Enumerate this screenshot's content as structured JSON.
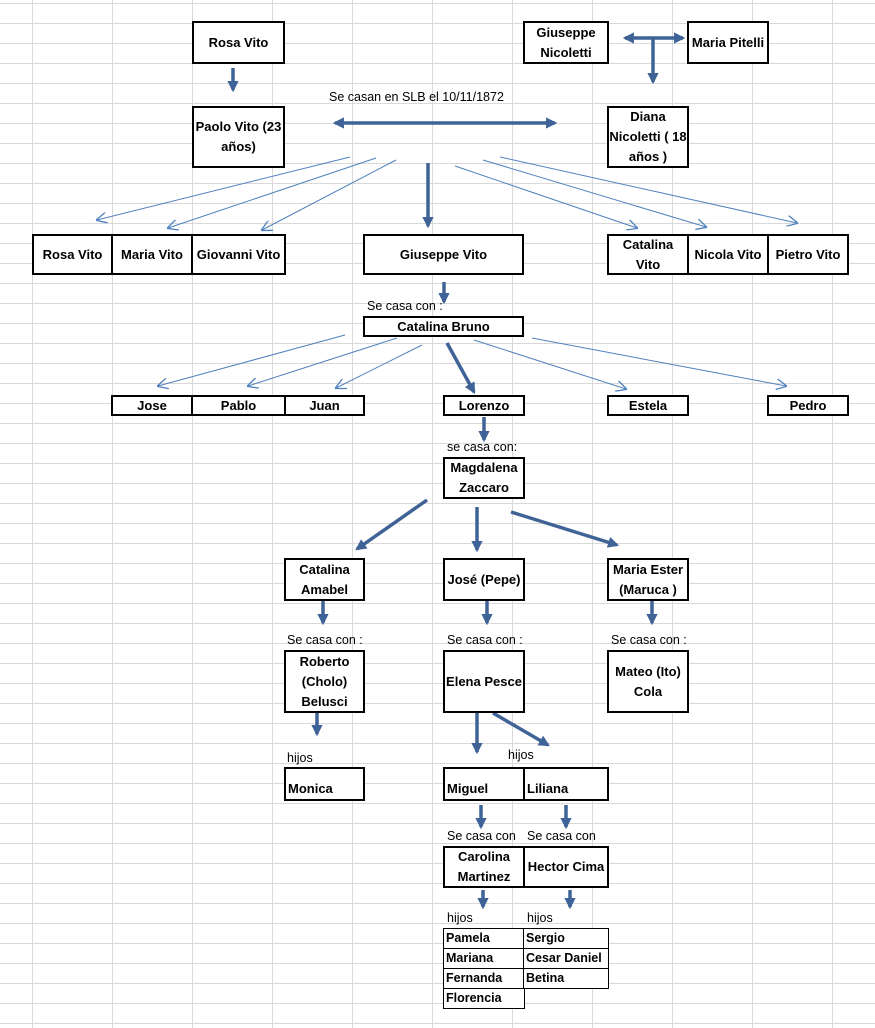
{
  "people": {
    "rosa_vito": "Rosa Vito",
    "giuseppe_nicoletti": "Giuseppe Nicoletti",
    "maria_pitelli": "Maria Pitelli",
    "paolo_vito": "Paolo Vito (23 años)",
    "diana_nicoletti": "Diana Nicoletti ( 18 años )",
    "rosa_vito_child": "Rosa Vito",
    "maria_vito": "Maria Vito",
    "giovanni_vito": "Giovanni Vito",
    "giuseppe_vito": "Giuseppe Vito",
    "catalina_vito": "Catalina Vito",
    "nicola_vito": "Nicola Vito",
    "pietro_vito": "Pietro Vito",
    "catalina_bruno": "Catalina Bruno",
    "jose": "Jose",
    "pablo": "Pablo",
    "juan": "Juan",
    "lorenzo": "Lorenzo",
    "estela": "Estela",
    "pedro": "Pedro",
    "magdalena_zaccaro": "Magdalena Zaccaro",
    "catalina_amabel": "Catalina Amabel",
    "jose_pepe": "José (Pepe)",
    "maria_ester": "Maria Ester (Maruca )",
    "roberto_belusci": "Roberto (Cholo) Belusci",
    "elena_pesce": "Elena Pesce",
    "mateo_cola": "Mateo (Ito) Cola",
    "monica": "Monica",
    "miguel": "Miguel",
    "liliana": "Liliana",
    "carolina_martinez": "Carolina Martinez",
    "hector_cima": "Hector Cima"
  },
  "grandchildren": {
    "miguel": [
      "Pamela",
      "Mariana",
      "Fernanda",
      "Florencia"
    ],
    "liliana": [
      "Sergio",
      "Cesar Daniel",
      "Betina"
    ]
  },
  "labels": {
    "marriage": "Se casan en SLB  el 10/11/1872",
    "se_casa_con_1": "Se casa con :",
    "se_casa_con_2": "se casa con:",
    "se_casa_con_3": "Se casa con :",
    "se_casa_con_4": "Se casa con :",
    "se_casa_con_5": "Se casa con :",
    "se_casa_con_6": "Se casa con",
    "se_casa_con_7": "Se casa con",
    "hijos_1": "hijos",
    "hijos_2": "hijos",
    "hijos_3": "hijos",
    "hijos_4": "hijos"
  },
  "colors": {
    "arrow": "#3f6397",
    "thin_arrow": "#4f81bd",
    "grid": "#d9d9d9"
  }
}
